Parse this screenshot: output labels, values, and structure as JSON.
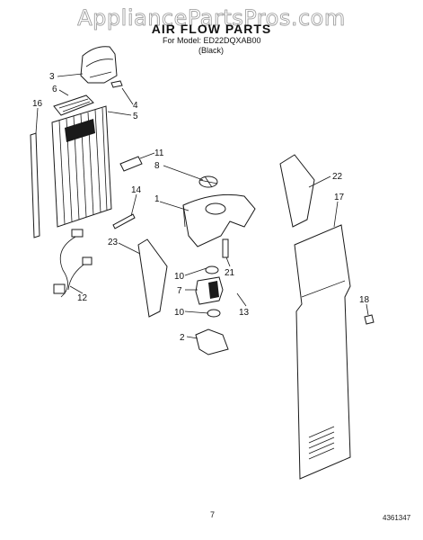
{
  "watermark": "AppliancePartsPros.com",
  "header": {
    "title": "AIR FLOW PARTS",
    "model_line": "For Model: ED22DQXAB00",
    "color_note": "(Black)"
  },
  "callouts": [
    {
      "id": "c3",
      "label": "3"
    },
    {
      "id": "c6",
      "label": "6"
    },
    {
      "id": "c4",
      "label": "4"
    },
    {
      "id": "c5",
      "label": "5"
    },
    {
      "id": "c16",
      "label": "16"
    },
    {
      "id": "c11",
      "label": "11"
    },
    {
      "id": "c8",
      "label": "8"
    },
    {
      "id": "c22",
      "label": "22"
    },
    {
      "id": "c14",
      "label": "14"
    },
    {
      "id": "c1",
      "label": "1"
    },
    {
      "id": "c17",
      "label": "17"
    },
    {
      "id": "c23",
      "label": "23"
    },
    {
      "id": "c21",
      "label": "21"
    },
    {
      "id": "c10a",
      "label": "10"
    },
    {
      "id": "c7",
      "label": "7"
    },
    {
      "id": "c12",
      "label": "12"
    },
    {
      "id": "c13",
      "label": "13"
    },
    {
      "id": "c18",
      "label": "18"
    },
    {
      "id": "c10b",
      "label": "10"
    },
    {
      "id": "c2",
      "label": "2"
    }
  ],
  "footer": {
    "page_number": "7",
    "document_number": "4361347"
  }
}
